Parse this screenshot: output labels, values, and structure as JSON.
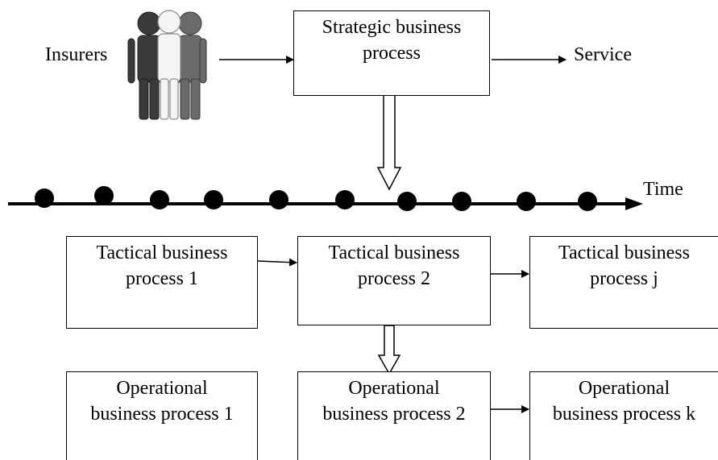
{
  "actors": {
    "insurers_label": "Insurers",
    "icon": "people-group-icon"
  },
  "strategic": {
    "line1": "Strategic business",
    "line2": "process"
  },
  "service_label": "Service",
  "timeline": {
    "label": "Time",
    "event_count": 10
  },
  "tactical": [
    {
      "line1": "Tactical business",
      "line2": "process 1"
    },
    {
      "line1": "Tactical business",
      "line2": "process 2"
    },
    {
      "line1": "Tactical business",
      "line2": "process j"
    }
  ],
  "operational": [
    {
      "line1": "Operational",
      "line2": "business process 1"
    },
    {
      "line1": "Operational",
      "line2": "business process 2"
    },
    {
      "line1": "Operational",
      "line2": "business process k"
    }
  ]
}
